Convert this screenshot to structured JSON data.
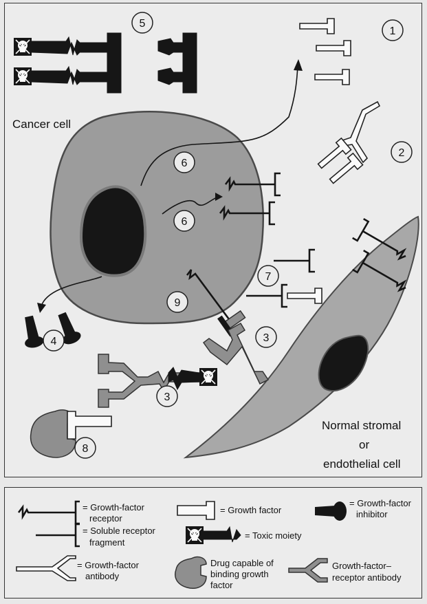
{
  "labels": {
    "cancer_cell": "Cancer cell",
    "normal_line1": "Normal stromal",
    "normal_line2": "or",
    "normal_line3": "endothelial cell"
  },
  "steps": [
    "1",
    "2",
    "3",
    "3",
    "4",
    "5",
    "6",
    "6",
    "7",
    "8",
    "9"
  ],
  "legend": {
    "gf_receptor": [
      "= Growth-factor",
      "receptor"
    ],
    "growth_factor": "= Growth factor",
    "gf_inhibitor": [
      "= Growth-factor",
      "inhibitor"
    ],
    "soluble_fragment": [
      "= Soluble receptor",
      "fragment"
    ],
    "toxic_moiety": "= Toxic moiety",
    "gf_antibody": [
      "= Growth-factor",
      "antibody"
    ],
    "drug": [
      "Drug capable of",
      "binding growth",
      "factor"
    ],
    "gfr_antibody": [
      "Growth-factor–",
      "receptor antibody"
    ]
  },
  "colors": {
    "background": "#ececec",
    "cancer_cell_fill": "#9c9c9c",
    "nucleus": "#161616",
    "antibody_gray": "#8f8f8f"
  },
  "icons": [
    "skull-icon",
    "growth-factor-icon",
    "receptor-icon",
    "inhibitor-icon",
    "antibody-icon",
    "drug-icon"
  ]
}
